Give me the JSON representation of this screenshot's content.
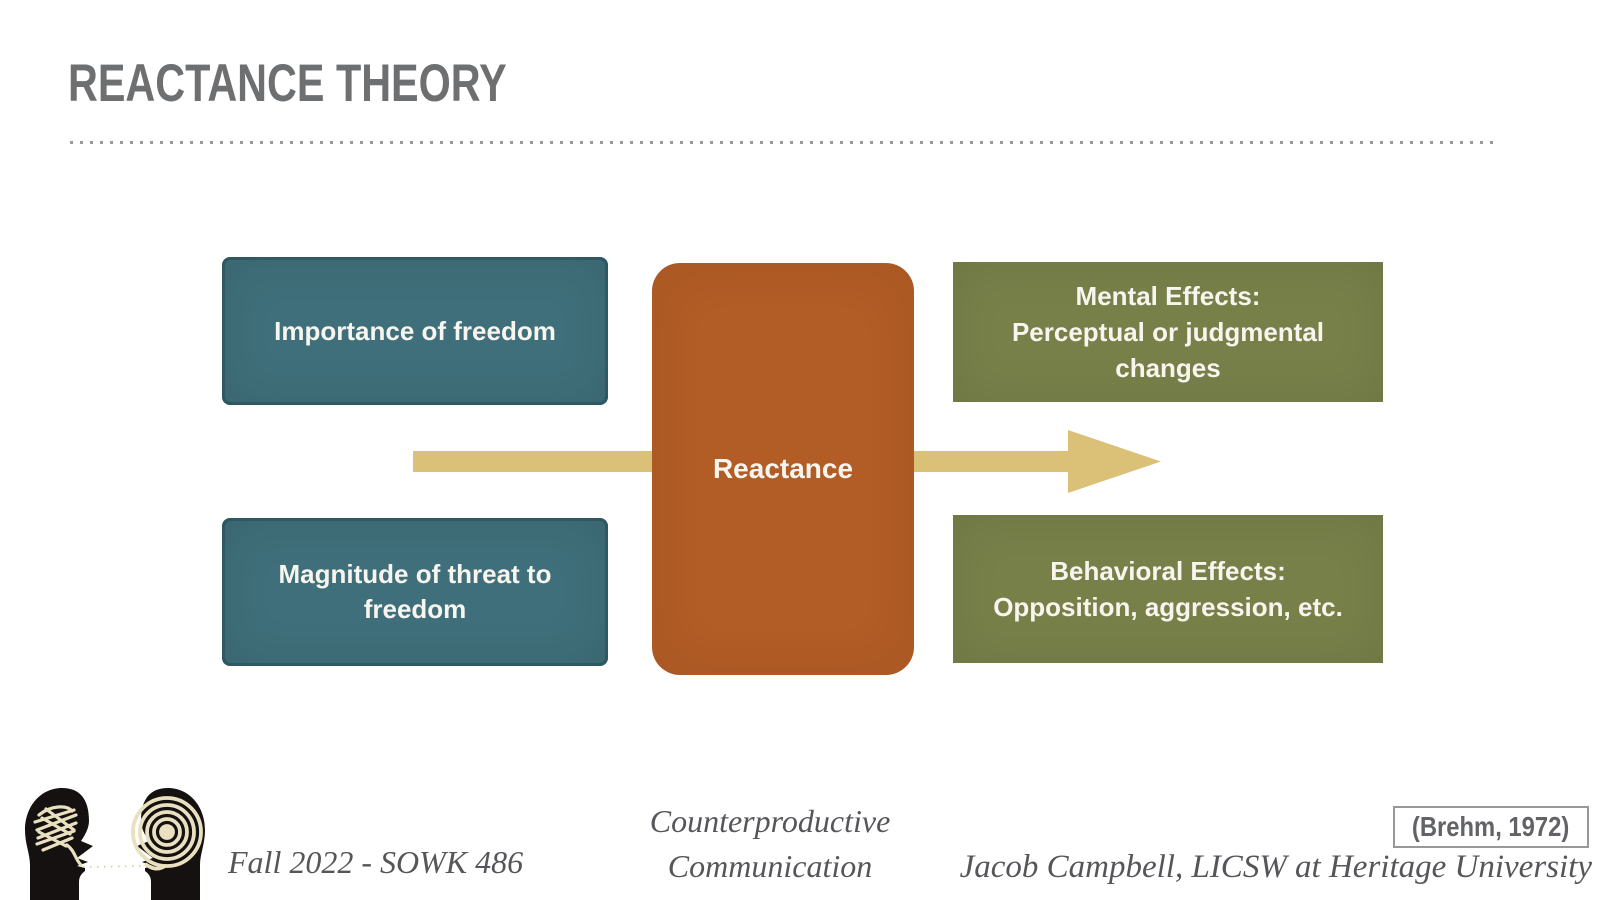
{
  "title": "REACTANCE THEORY",
  "diagram": {
    "inputs": [
      {
        "label": "Importance of freedom"
      },
      {
        "label": "Magnitude of threat to\nfreedom"
      }
    ],
    "center": {
      "label": "Reactance"
    },
    "outputs": [
      {
        "label": "Mental Effects:\nPerceptual or judgmental\nchanges"
      },
      {
        "label": "Behavioral Effects:\nOpposition, aggression, etc."
      }
    ],
    "colors": {
      "input_box": "#3f6f7a",
      "center_box": "#b25c26",
      "output_box": "#778049",
      "arrow": "#dbc178",
      "title_text": "#6e6f71",
      "footer_text": "#55565a"
    }
  },
  "footer": {
    "course": "Fall 2022 - SOWK 486",
    "presentation": "Counterproductive\nCommunication",
    "citation": "(Brehm, 1972)",
    "author": "Jacob Campbell, LICSW at Heritage University",
    "icon": "two-heads-communication-icon"
  }
}
